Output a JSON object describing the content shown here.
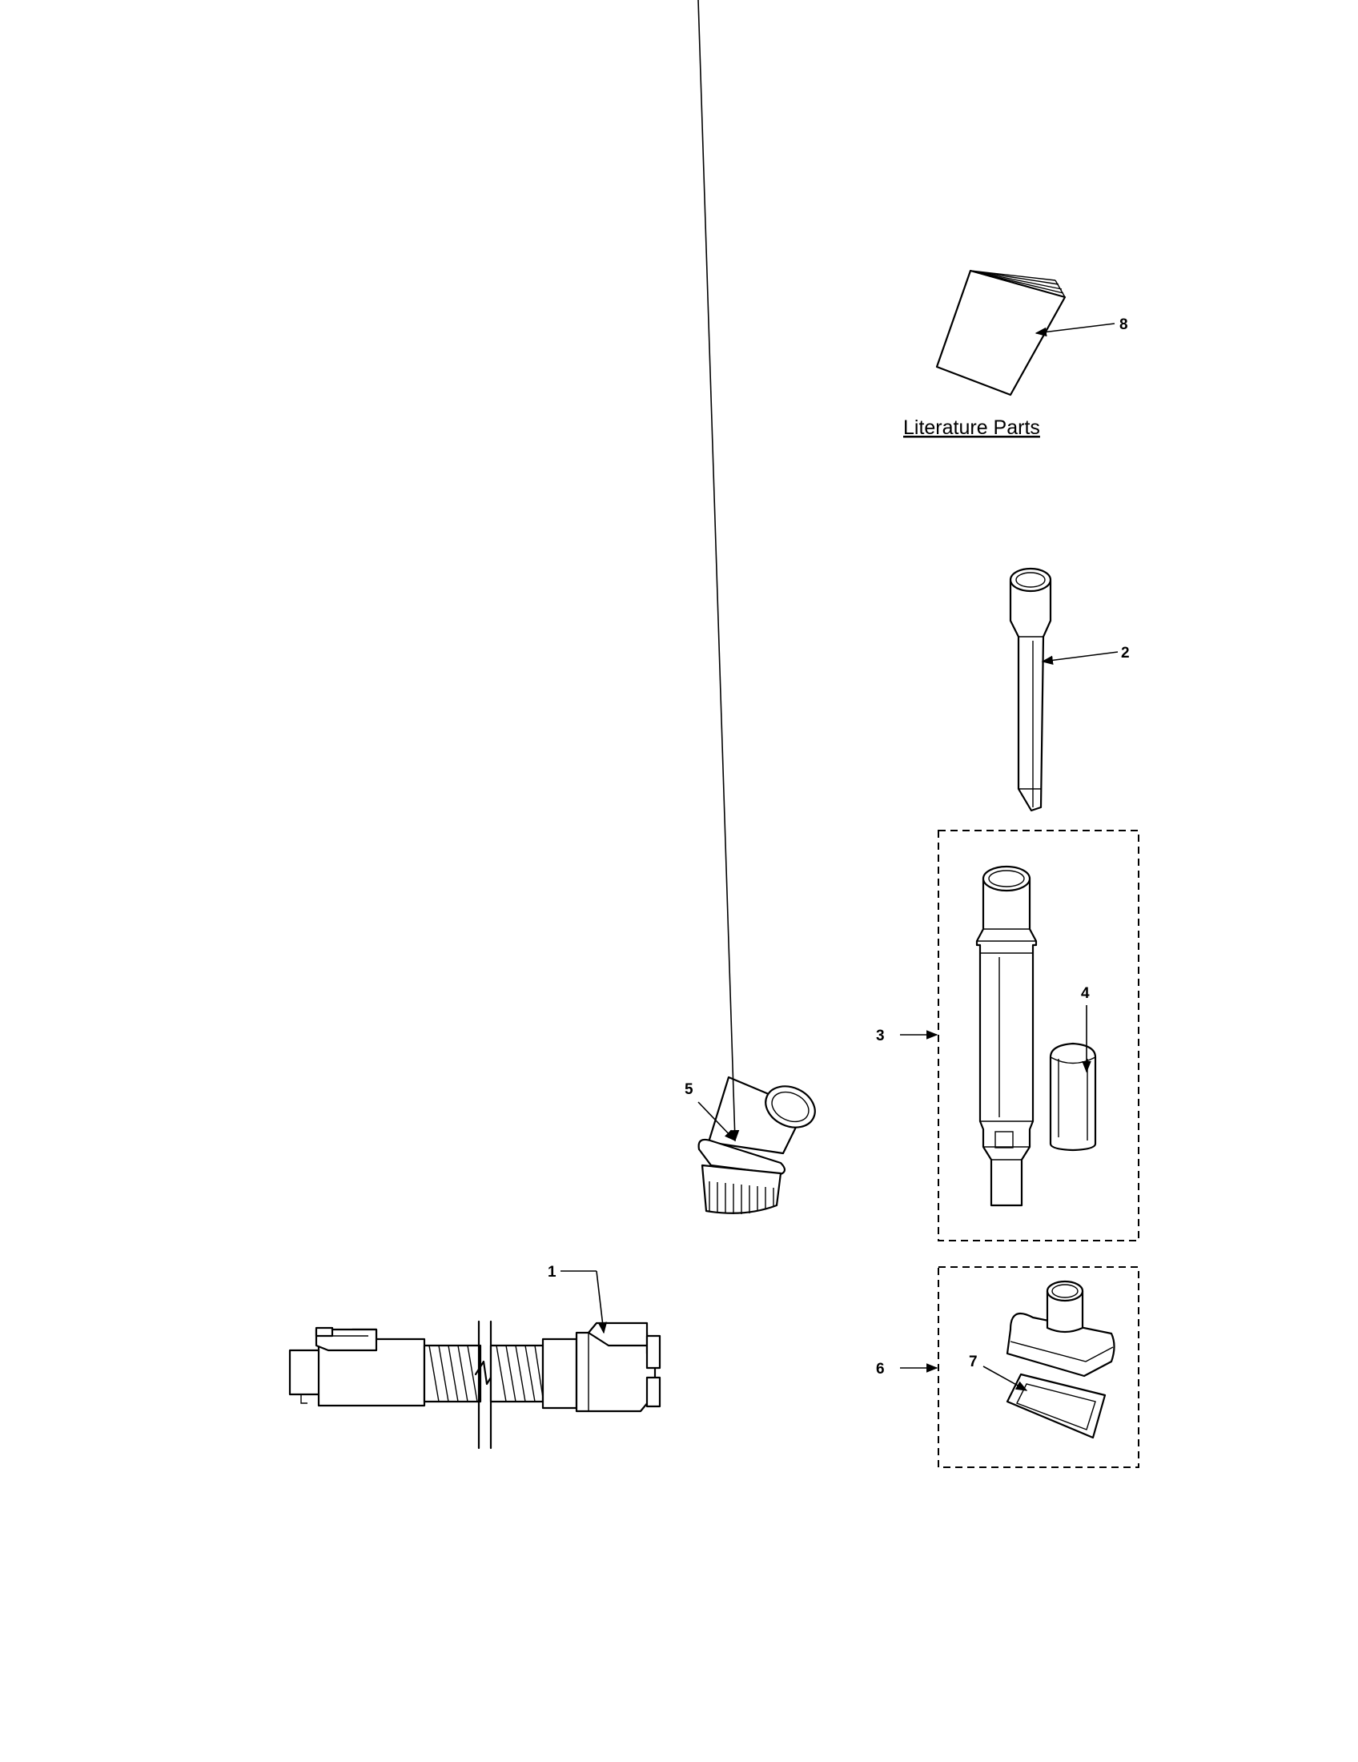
{
  "caption": "Literature Parts",
  "callouts": [
    {
      "id": "1",
      "label": "1"
    },
    {
      "id": "2",
      "label": "2"
    },
    {
      "id": "3",
      "label": "3"
    },
    {
      "id": "4",
      "label": "4"
    },
    {
      "id": "5",
      "label": "5"
    },
    {
      "id": "6",
      "label": "6"
    },
    {
      "id": "7",
      "label": "7"
    },
    {
      "id": "8",
      "label": "8"
    }
  ]
}
